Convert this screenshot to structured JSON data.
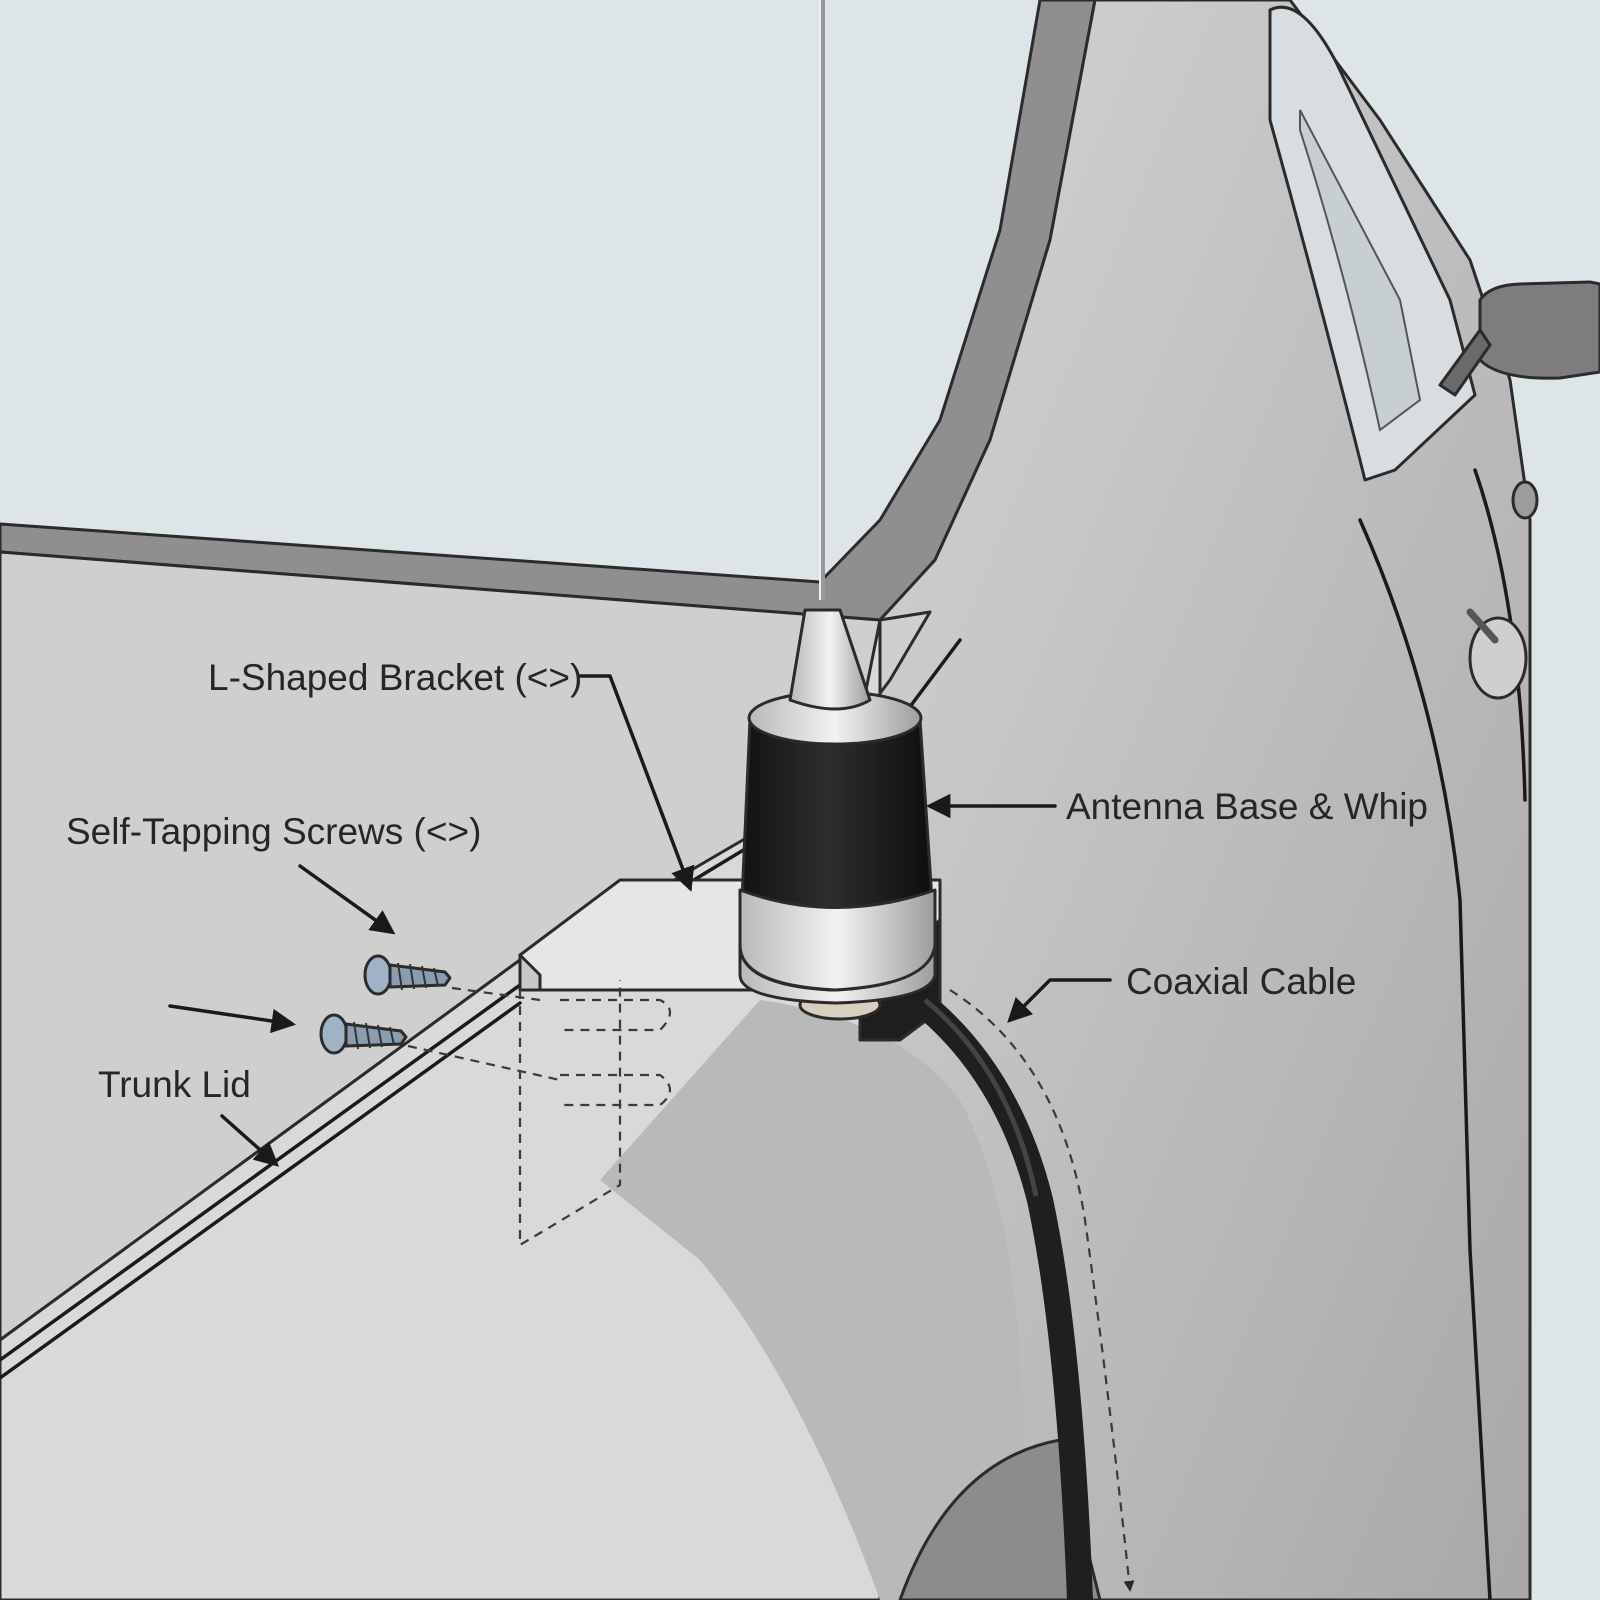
{
  "labels": {
    "bracket": "L-Shaped Bracket (<>)",
    "screws": "Self-Tapping Screws (<>)",
    "trunk": "Trunk Lid",
    "antenna": "Antenna Base & Whip",
    "cable": "Coaxial Cable"
  },
  "colors": {
    "sky": "#dde5e8",
    "body_light": "#d2d2d2",
    "body_mid": "#b5b5b5",
    "body_dark": "#9a9a9a",
    "trunk_surface": "#cfcfcf",
    "antenna_base": "#1e1e1e",
    "cable": "#1f1f1f",
    "bracket": "#e6e6e6",
    "screw": "#9fb2c6"
  },
  "icons": [
    "arrow-icon",
    "screw-icon"
  ]
}
